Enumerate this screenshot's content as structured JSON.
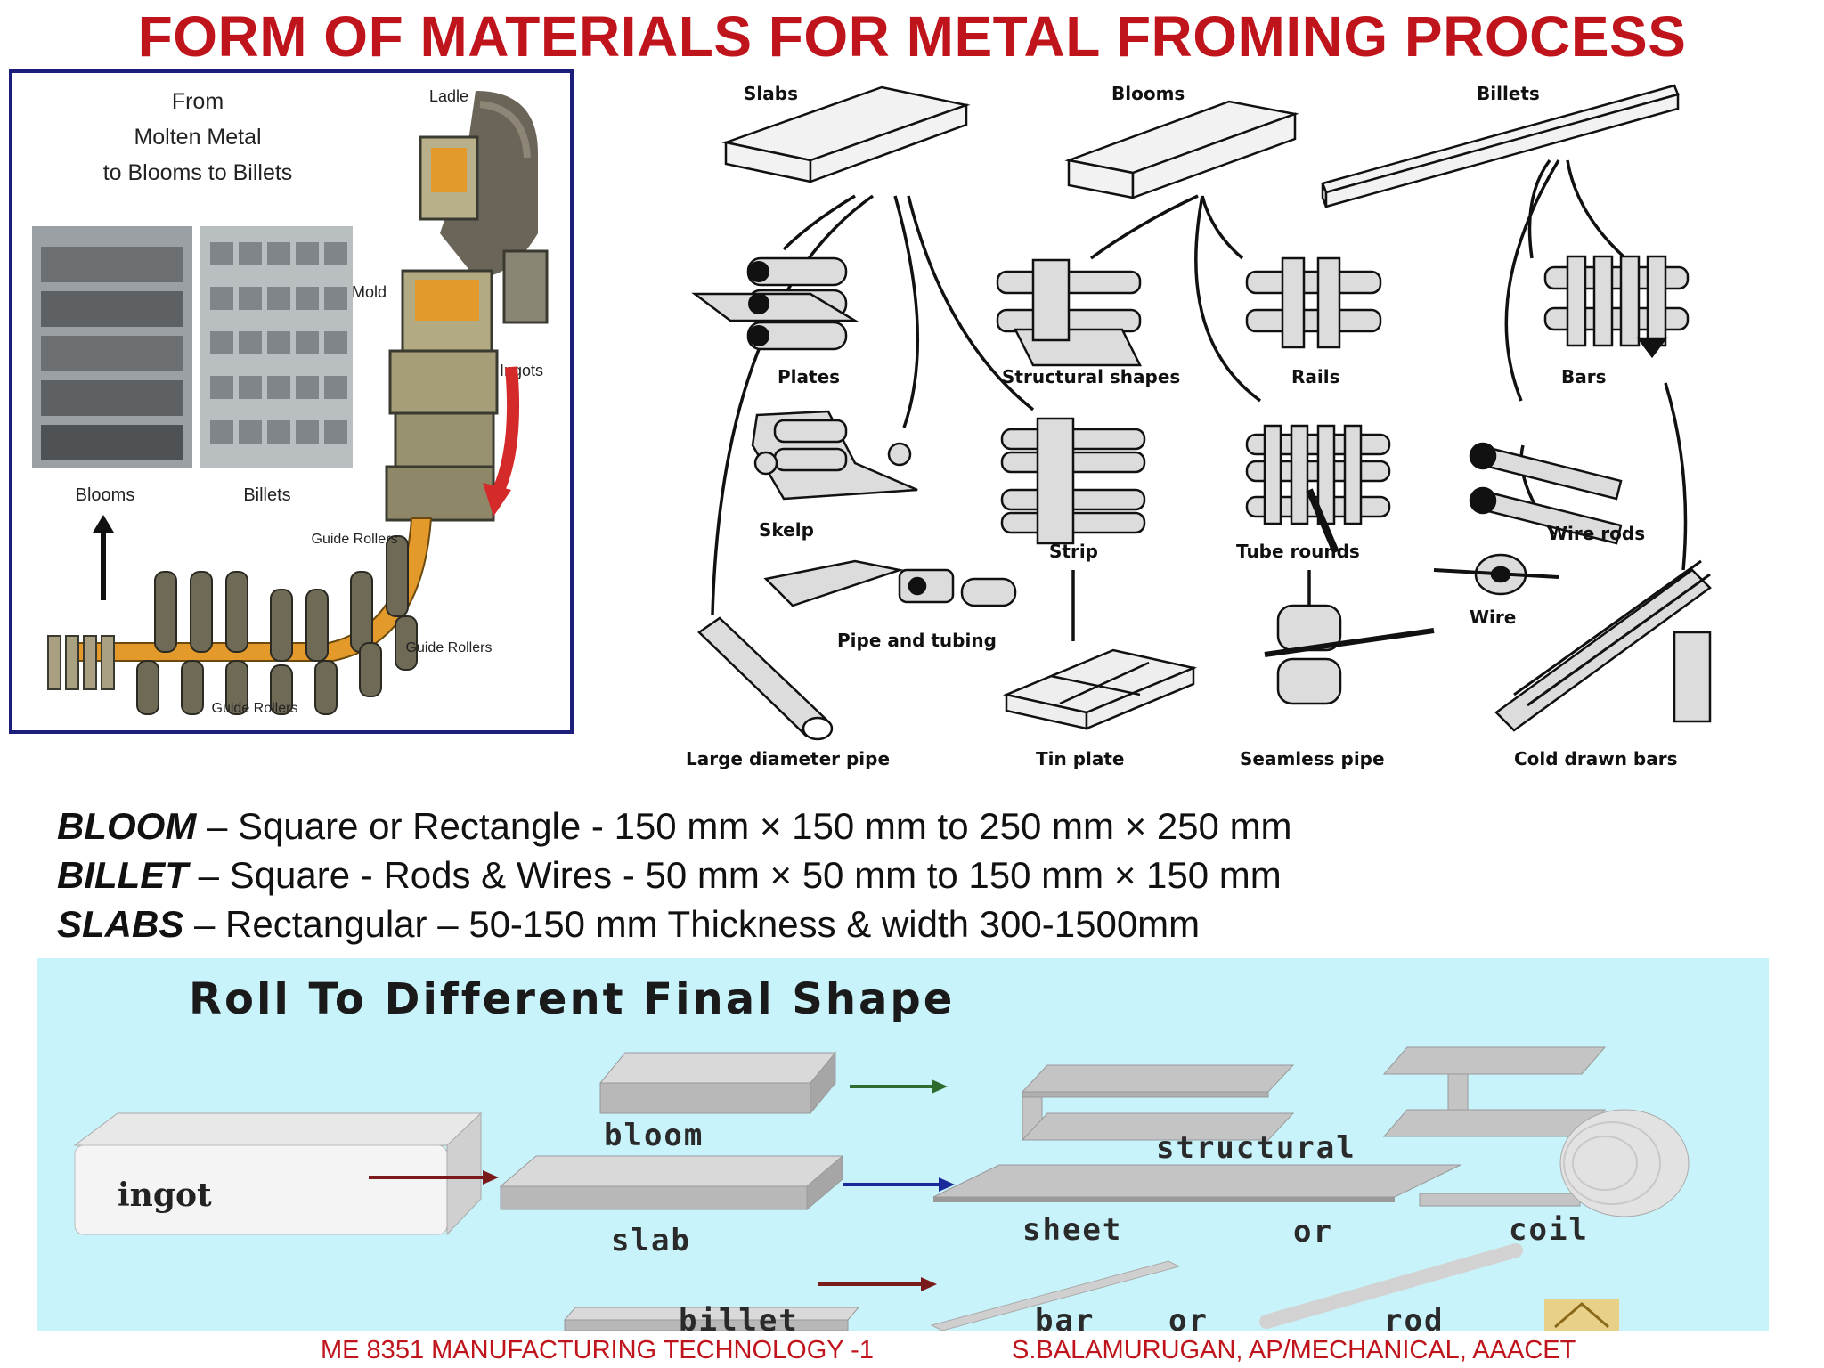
{
  "title": "FORM OF MATERIALS FOR METAL FROMING PROCESS",
  "left_panel": {
    "heading_lines": [
      "From",
      "Molten Metal",
      "to Blooms to Billets"
    ],
    "labels": {
      "ladle": "Ladle",
      "mold": "Mold",
      "ingots": "Ingots",
      "blooms": "Blooms",
      "billets": "Billets",
      "guide_rollers_1": "Guide Rollers",
      "guide_rollers_2": "Guide Rollers",
      "guide_rollers_3": "Guide Rollers"
    }
  },
  "right_diagram": {
    "sources": {
      "slabs": "Slabs",
      "blooms": "Blooms",
      "billets": "Billets"
    },
    "products": {
      "plates": "Plates",
      "structural_shapes": "Structural shapes",
      "rails": "Rails",
      "bars": "Bars",
      "skelp": "Skelp",
      "strip": "Strip",
      "tube_rounds": "Tube rounds",
      "wire_rods": "Wire rods",
      "wire": "Wire",
      "pipe_and_tubing": "Pipe and tubing",
      "large_diameter_pipe": "Large diameter pipe",
      "tin_plate": "Tin plate",
      "seamless_pipe": "Seamless pipe",
      "cold_drawn_bars": "Cold drawn bars"
    }
  },
  "definitions": [
    {
      "term": "BLOOM",
      "text": " – Square or Rectangle - 150 mm × 150 mm to 250 mm × 250 mm"
    },
    {
      "term": "BILLET",
      "text": " – Square - Rods & Wires - 50 mm × 50 mm to 150 mm × 150 mm"
    },
    {
      "term": "SLABS",
      "text": " – Rectangular – 50-150 mm Thickness & width 300-1500mm"
    }
  ],
  "bottom_panel": {
    "title": "Roll To Different Final Shape",
    "labels": {
      "ingot": "ingot",
      "bloom": "bloom",
      "slab": "slab",
      "billet": "billet",
      "structural": "structural",
      "sheet": "sheet",
      "or_1": "or",
      "coil": "coil",
      "bar": "bar",
      "or_2": "or",
      "rod": "rod"
    },
    "colors": {
      "background": "#c9f3fb",
      "arrow_bloom": "#2e6b2e",
      "arrow_slab": "#1a2a9a",
      "arrow_billet": "#7a1a1a"
    }
  },
  "footer": {
    "left": "ME 8351 MANUFACTURING TECHNOLOGY -1",
    "right": "S.BALAMURUGAN, AP/MECHANICAL, AAACET"
  },
  "colors": {
    "title": "#c0141c",
    "footer": "#c0141c",
    "left_border": "#1b1f7a"
  }
}
